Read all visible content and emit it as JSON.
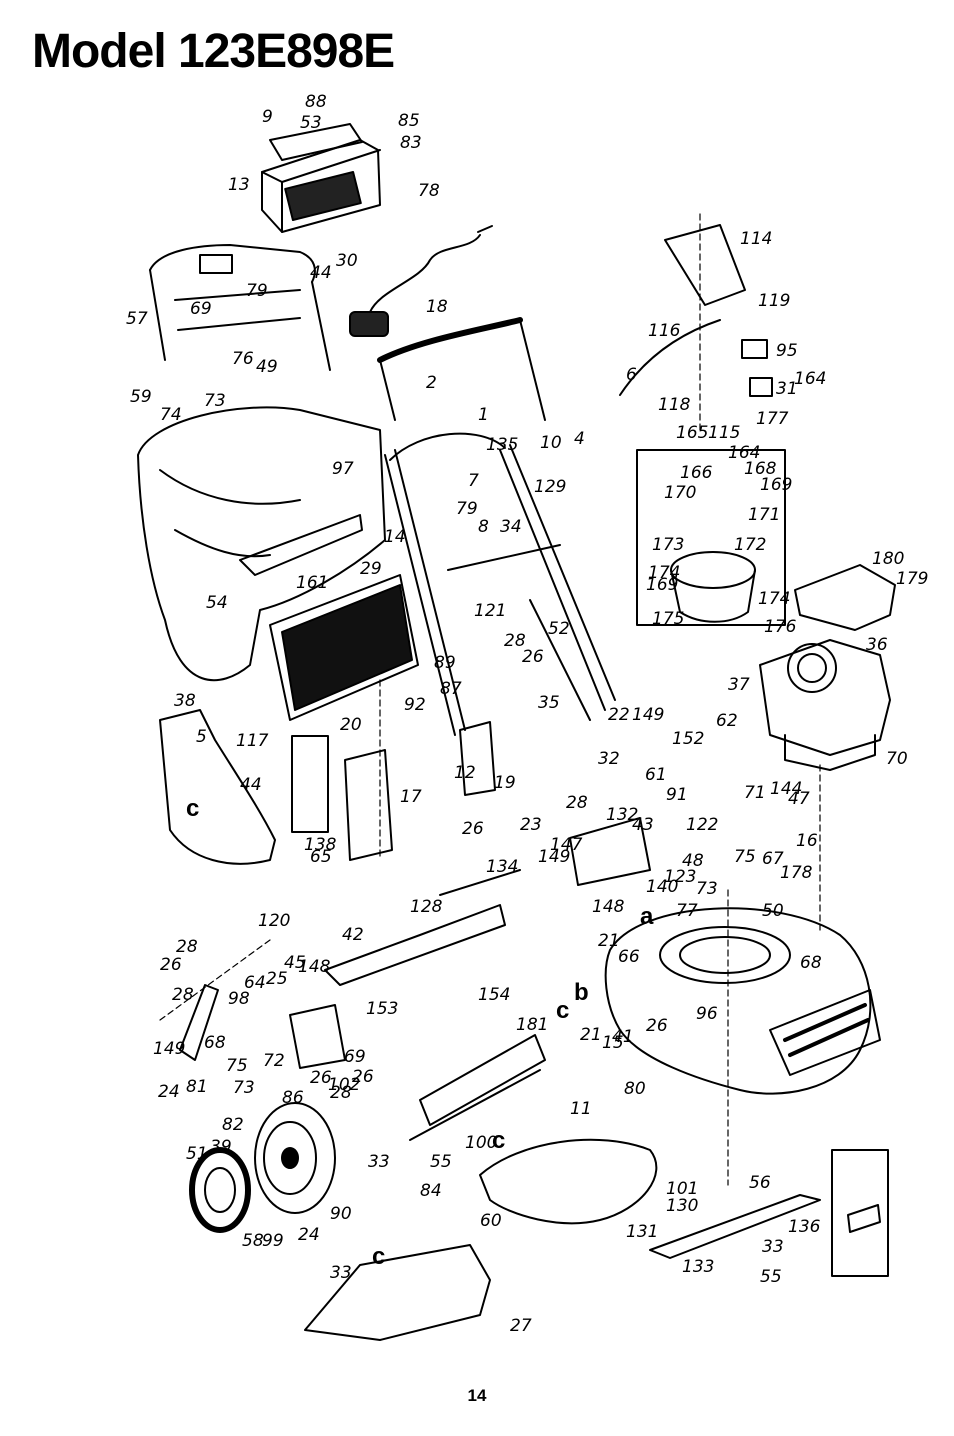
{
  "title": "Model 123E898E",
  "page_number": "14",
  "callouts": [
    "88",
    "53",
    "9",
    "85",
    "83",
    "13",
    "78",
    "30",
    "44",
    "79",
    "57",
    "69",
    "76",
    "49",
    "59",
    "74",
    "73",
    "18",
    "2",
    "114",
    "119",
    "116",
    "95",
    "164",
    "6",
    "31",
    "118",
    "177",
    "165",
    "115",
    "1",
    "135",
    "4",
    "10",
    "97",
    "7",
    "129",
    "79",
    "8",
    "34",
    "14",
    "164",
    "168",
    "166",
    "169",
    "170",
    "171",
    "173",
    "172",
    "174",
    "169",
    "174",
    "175",
    "176",
    "180",
    "179",
    "36",
    "29",
    "161",
    "54",
    "121",
    "89",
    "28",
    "26",
    "52",
    "37",
    "38",
    "62",
    "5",
    "117",
    "20",
    "92",
    "87",
    "35",
    "12",
    "22",
    "149",
    "152",
    "70",
    "32",
    "61",
    "44",
    "17",
    "19",
    "91",
    "71",
    "144",
    "47",
    "26",
    "16",
    "28",
    "138",
    "132",
    "43",
    "122",
    "65",
    "23",
    "147",
    "149",
    "48",
    "75",
    "67",
    "178",
    "134",
    "140",
    "123",
    "73",
    "128",
    "148",
    "77",
    "50",
    "120",
    "28",
    "42",
    "26",
    "45",
    "148",
    "21",
    "68",
    "64",
    "25",
    "66",
    "154",
    "98",
    "153",
    "28",
    "26",
    "41",
    "181",
    "96",
    "21",
    "15",
    "149",
    "68",
    "75",
    "72",
    "69",
    "73",
    "86",
    "28",
    "26",
    "26",
    "102",
    "24",
    "81",
    "80",
    "11",
    "82",
    "39",
    "51",
    "33",
    "100",
    "55",
    "84",
    "101",
    "56",
    "90",
    "130",
    "136",
    "131",
    "24",
    "58",
    "99",
    "60",
    "33",
    "133",
    "55",
    "33",
    "27"
  ],
  "letter_keys": [
    "a",
    "b",
    "c",
    "c",
    "c",
    "c"
  ]
}
